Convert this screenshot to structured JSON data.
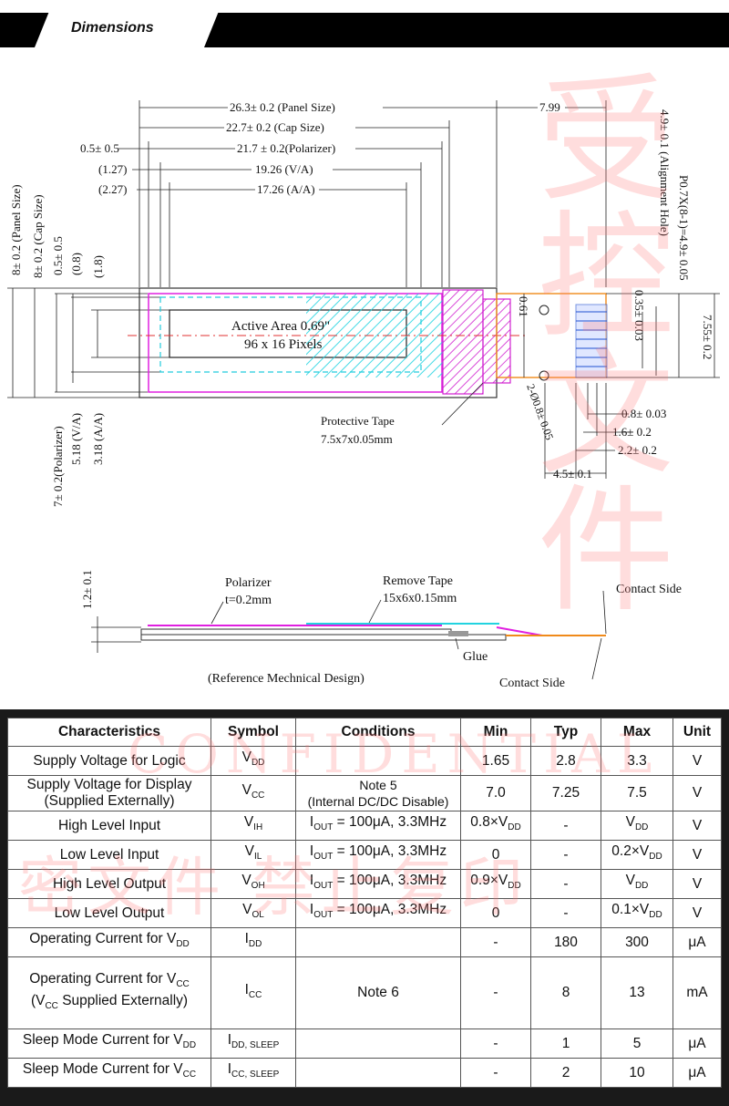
{
  "header": {
    "title": "Dimensions"
  },
  "drawing": {
    "top_dims": {
      "panel": "26.3± 0.2 (Panel Size)",
      "cap": "22.7± 0.2 (Cap Size)",
      "pol_offset": "0.5± 0.5",
      "polarizer": "21.7 ± 0.2(Polarizer)",
      "va_offset": "(1.27)",
      "va": "19.26 (V/A)",
      "aa_offset": "(2.27)",
      "aa": "17.26 (A/A)",
      "fpc": "7.99"
    },
    "left_dims": {
      "panel": "8± 0.2 (Panel Size)",
      "cap": "8± 0.2 (Cap Size)",
      "offset1": "0.5± 0.5",
      "offset2": "(0.8)",
      "offset3": "(1.8)",
      "aa": "3.18 (A/A)",
      "va": "5.18 (V/A)",
      "polarizer": "7± 0.2(Polarizer)"
    },
    "right_dims": {
      "alignment": "4.9± 0.1 (Alignment Hole)",
      "pitch": "P0.7X(8-1)=4.9± 0.05",
      "height": "7.55± 0.2",
      "pin_width": "0.35± 0.03",
      "gap": "0.61",
      "hole": "2-Ø0.8± 0.05",
      "d1": "0.8± 0.03",
      "d2": "1.6± 0.2",
      "d3": "2.2± 0.2",
      "d4": "4.5± 0.1"
    },
    "active_area": {
      "line1": "Active Area 0.69\"",
      "line2": "96 x 16 Pixels"
    },
    "protective_tape": {
      "line1": "Protective Tape",
      "line2": "7.5x7x0.05mm"
    },
    "side_view": {
      "thickness": "1.2± 0.1",
      "polarizer_line1": "Polarizer",
      "polarizer_line2": "t=0.2mm",
      "remove_tape_line1": "Remove Tape",
      "remove_tape_line2": "15x6x0.15mm",
      "contact_side_top": "Contact Side",
      "glue": "Glue",
      "contact_side_bottom": "Contact Side",
      "caption": "(Reference Mechnical Design)"
    }
  },
  "watermark": {
    "line1": "CONFIDENTIAL",
    "line2": "密文件 禁止复印",
    "line3": "受控文件"
  },
  "spec_table": {
    "headers": [
      "Characteristics",
      "Symbol",
      "Conditions",
      "Min",
      "Typ",
      "Max",
      "Unit"
    ],
    "rows": [
      {
        "char": "Supply Voltage for Logic",
        "sym": "V",
        "sub": "DD",
        "cond": "",
        "min": "1.65",
        "typ": "2.8",
        "max": "3.3",
        "unit": "V"
      },
      {
        "char_l1": "Supply Voltage for Display",
        "char_l2": "(Supplied Externally)",
        "sym": "V",
        "sub": "CC",
        "cond_l1": "Note 5",
        "cond_l2": "(Internal DC/DC Disable)",
        "min": "7.0",
        "typ": "7.25",
        "max": "7.5",
        "unit": "V"
      },
      {
        "char": "High Level Input",
        "sym": "V",
        "sub": "IH",
        "cond_pre": "I",
        "cond_sub": "OUT",
        "cond_post": " = 100μA, 3.3MHz",
        "min": "0.8×V",
        "min_sub": "DD",
        "typ": "-",
        "max": "V",
        "max_sub": "DD",
        "unit": "V"
      },
      {
        "char": "Low Level Input",
        "sym": "V",
        "sub": "IL",
        "cond_pre": "I",
        "cond_sub": "OUT",
        "cond_post": " = 100μA, 3.3MHz",
        "min": "0",
        "typ": "-",
        "max": "0.2×V",
        "max_sub": "DD",
        "unit": "V"
      },
      {
        "char": "High Level Output",
        "sym": "V",
        "sub": "OH",
        "cond_pre": "I",
        "cond_sub": "OUT",
        "cond_post": " = 100μA, 3.3MHz",
        "min": "0.9×V",
        "min_sub": "DD",
        "typ": "-",
        "max": "V",
        "max_sub": "DD",
        "unit": "V"
      },
      {
        "char": "Low Level Output",
        "sym": "V",
        "sub": "OL",
        "cond_pre": "I",
        "cond_sub": "OUT",
        "cond_post": " = 100μA, 3.3MHz",
        "min": "0",
        "typ": "-",
        "max": "0.1×V",
        "max_sub": "DD",
        "unit": "V"
      },
      {
        "char": "Operating Current for V",
        "char_sub": "DD",
        "sym": "I",
        "sub": "DD",
        "cond": "",
        "min": "-",
        "typ": "180",
        "max": "300",
        "unit": "μA"
      },
      {
        "char_l1": "Operating Current for V",
        "char_l1_sub": "CC",
        "char_l2_pre": "(V",
        "char_l2_sub": "CC",
        "char_l2_post": " Supplied Externally)",
        "sym": "I",
        "sub": "CC",
        "cond": "Note 6",
        "min": "-",
        "typ": "8",
        "max": "13",
        "unit": "mA"
      },
      {
        "char": "Sleep Mode Current for V",
        "char_sub": "DD",
        "sym": "I",
        "sub": "DD, SLEEP",
        "cond": "",
        "min": "-",
        "typ": "1",
        "max": "5",
        "unit": "μA"
      },
      {
        "char": "Sleep Mode Current for V",
        "char_sub": "CC",
        "sym": "I",
        "sub": "CC, SLEEP",
        "cond": "",
        "min": "-",
        "typ": "2",
        "max": "10",
        "unit": "μA"
      }
    ]
  }
}
